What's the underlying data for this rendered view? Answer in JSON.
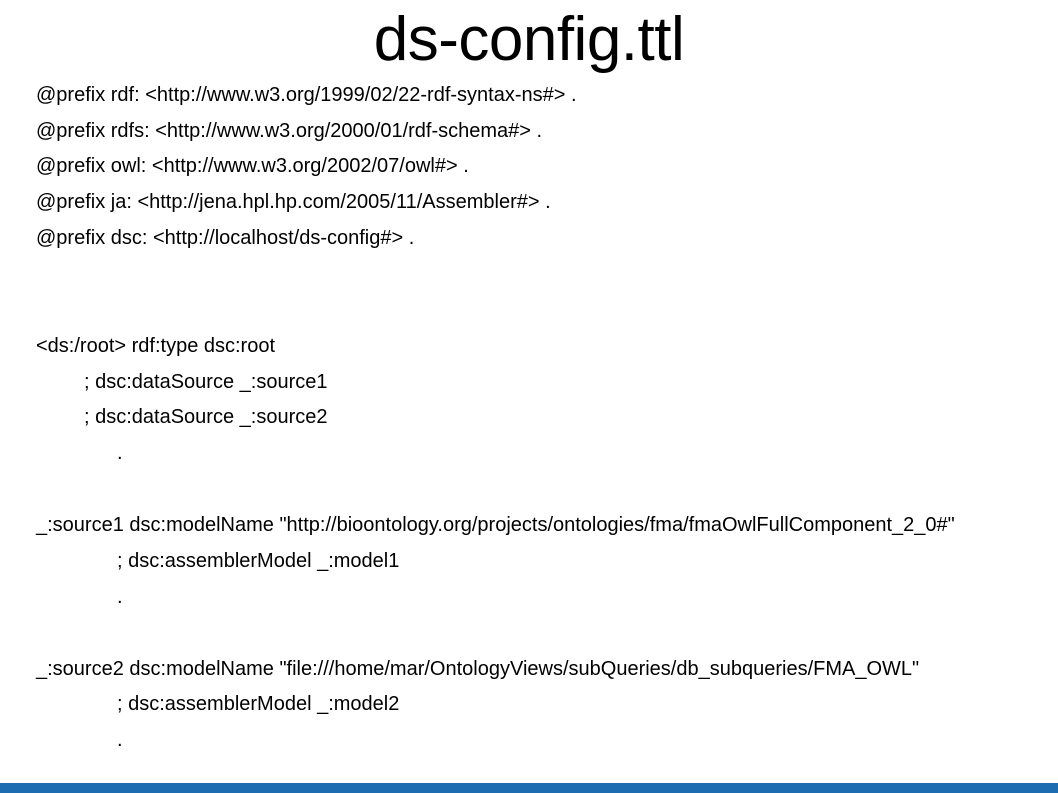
{
  "slide": {
    "title": "ds-config.ttl",
    "lines": [
      "@prefix rdf: <http://www.w3.org/1999/02/22-rdf-syntax-ns#> .",
      "@prefix rdfs: <http://www.w3.org/2000/01/rdf-schema#> .",
      "@prefix owl: <http://www.w3.org/2002/07/owl#> .",
      "@prefix ja: <http://jena.hpl.hp.com/2005/11/Assembler#> .",
      "@prefix dsc: <http://localhost/ds-config#> .",
      "<ds:/root> rdf:type dsc:root",
      "; dsc:dataSource _:source1",
      "; dsc:dataSource _:source2",
      ".",
      "_:source1 dsc:modelName \"http://bioontology.org/projects/ontologies/fma/fmaOwlFullComponent_2_0#\"",
      "; dsc:assemblerModel _:model1",
      ".",
      "_:source2 dsc:modelName \"file:///home/mar/OntologyViews/subQueries/db_subqueries/FMA_OWL\"",
      "; dsc:assemblerModel _:model2",
      "."
    ]
  },
  "colors": {
    "bottom_bar": "#1d6bb1"
  }
}
